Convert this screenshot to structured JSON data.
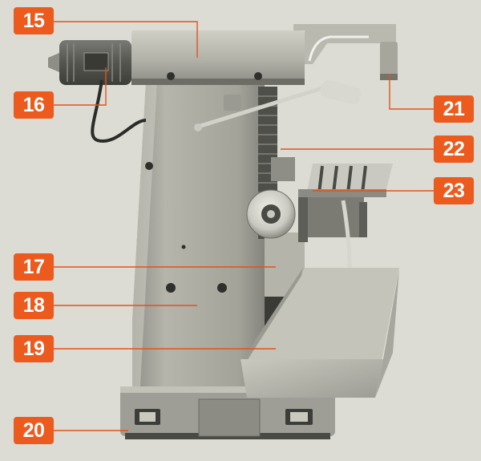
{
  "figure": {
    "background_color": "#dcdcd4",
    "machine_colors": {
      "body": "#a9a9a0",
      "body_light": "#c6c6bc",
      "body_dark": "#6f6f68",
      "shadow": "#3d3d38",
      "chip_tray": "#b3b3aa",
      "motor": "#5a5a55"
    }
  },
  "callout_style": {
    "badge_color": "#ec5a1e",
    "line_color": "#e0531a",
    "text_color": "#ffffff"
  },
  "callouts": [
    {
      "id": "15",
      "label": "15"
    },
    {
      "id": "16",
      "label": "16"
    },
    {
      "id": "17",
      "label": "17"
    },
    {
      "id": "18",
      "label": "18"
    },
    {
      "id": "19",
      "label": "19"
    },
    {
      "id": "20",
      "label": "20"
    },
    {
      "id": "21",
      "label": "21"
    },
    {
      "id": "22",
      "label": "22"
    },
    {
      "id": "23",
      "label": "23"
    }
  ]
}
